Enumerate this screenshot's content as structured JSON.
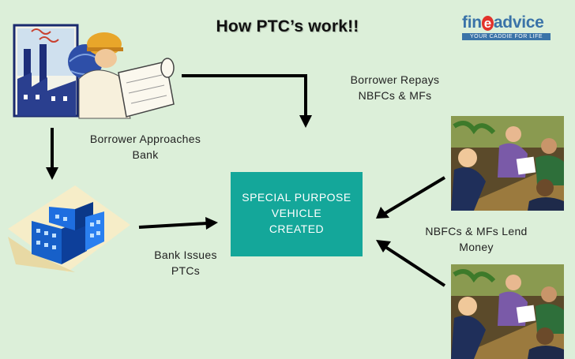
{
  "title": "How PTC’s work!!",
  "logo": {
    "prefix": "fin",
    "letter": "e",
    "suffix": "advice",
    "tagline": "YOUR CADDIE FOR LIFE",
    "brand_color": "#3a73a8",
    "accent_color": "#e2322a"
  },
  "labels": {
    "borrower_approaches": "Borrower Approaches\nBank",
    "borrower_repays": "Borrower Repays\nNBFCs & MFs",
    "bank_issues": "Bank Issues\nPTCs",
    "nbfcs_lend": "NBFCs & MFs Lend\nMoney",
    "spv": "SPECIAL PURPOSE\nVEHICLE\nCREATED"
  },
  "colors": {
    "background": "#dcefd9",
    "spv_box": "#14a79a",
    "arrow": "#000000"
  },
  "icons": [
    "factory-icon",
    "engineer-icon",
    "bank-building-icon",
    "meeting-icon-top",
    "meeting-icon-bottom"
  ]
}
